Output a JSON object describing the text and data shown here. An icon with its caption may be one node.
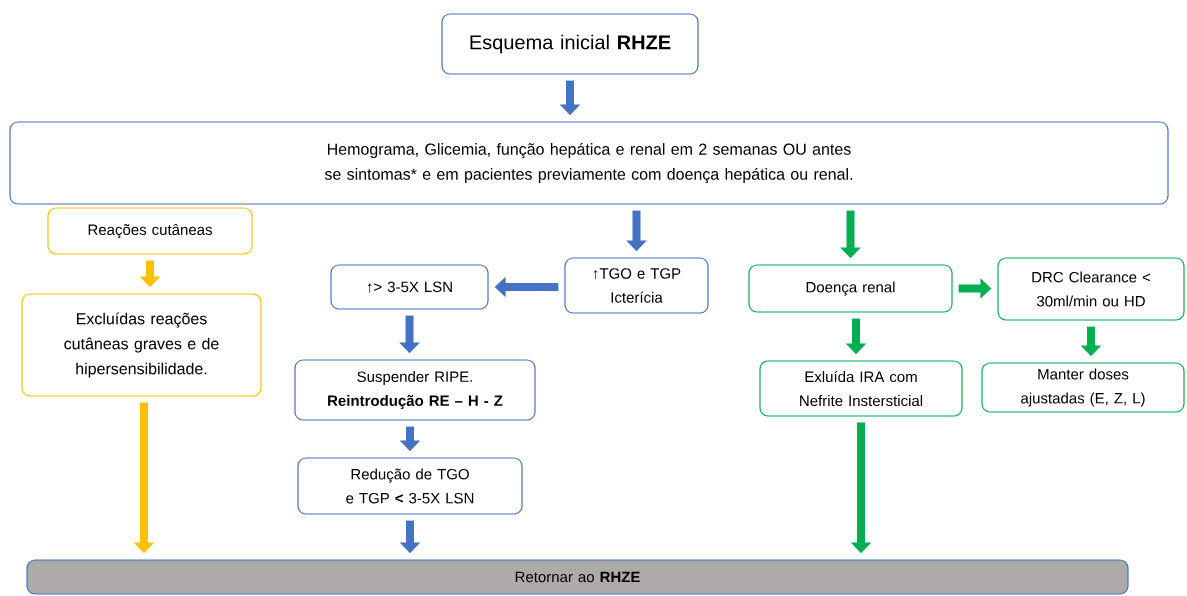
{
  "diagram": {
    "nodes": [
      {
        "text": [
          "Esquema inicial **RHZE**"
        ]
      },
      {
        "text": [
          "Hemograma, Glicemia, função hepática e renal em 2 semanas OU antes se sintomas* e em pacientes previamente com doença hepática ou renal."
        ]
      },
      {
        "text": [
          "Reações cutâneas"
        ]
      },
      {
        "text": [
          "Excluídas reações cutâneas graves e de hipersensibilidade."
        ]
      },
      {
        "text": [
          "↑TGO e TGP Icterícia"
        ]
      },
      {
        "text": [
          "↑> 3-5X LSN"
        ]
      },
      {
        "text": [
          "Suspender RIPE.",
          "Reintrodução RE – H - Z"
        ]
      },
      {
        "text": [
          "Redução de TGO e TGP **<** 3-5X LSN"
        ]
      },
      {
        "text": [
          "Doença renal"
        ]
      },
      {
        "text": [
          "DRC Clearance < 30ml/min ou HD"
        ]
      },
      {
        "text": [
          "Exluída IRA com Nefrite Instersticial"
        ]
      },
      {
        "text": [
          "Manter doses ajustadas  (E, Z, L)"
        ]
      },
      {
        "text": [
          "Retornar ao **RHZE**"
        ]
      }
    ],
    "edges": [
      {
        "from": 0,
        "to": 1,
        "arrow": "to"
      },
      {
        "from": 1,
        "to": 4,
        "arrow": "to"
      },
      {
        "from": 4,
        "to": 5,
        "arrow": "to"
      },
      {
        "from": 5,
        "to": 6,
        "arrow": "to"
      },
      {
        "from": 6,
        "to": 7,
        "arrow": "to"
      },
      {
        "from": 7,
        "to": 12,
        "arrow": "to"
      },
      {
        "from": 2,
        "to": 3,
        "arrow": "to",
        "color": "#ffc000"
      },
      {
        "from": 3,
        "to": 12,
        "arrow": "to",
        "color": "#ffc000"
      },
      {
        "from": 1,
        "to": 8,
        "arrow": "to",
        "color": "#00b050"
      },
      {
        "from": 8,
        "to": 9,
        "arrow": "to",
        "color": "#00b050"
      },
      {
        "from": 8,
        "to": 10,
        "arrow": "to",
        "color": "#00b050"
      },
      {
        "from": 9,
        "to": 11,
        "arrow": "to",
        "color": "#00b050"
      },
      {
        "from": 10,
        "to": 12,
        "arrow": "to",
        "color": "#00b050"
      }
    ]
  }
}
